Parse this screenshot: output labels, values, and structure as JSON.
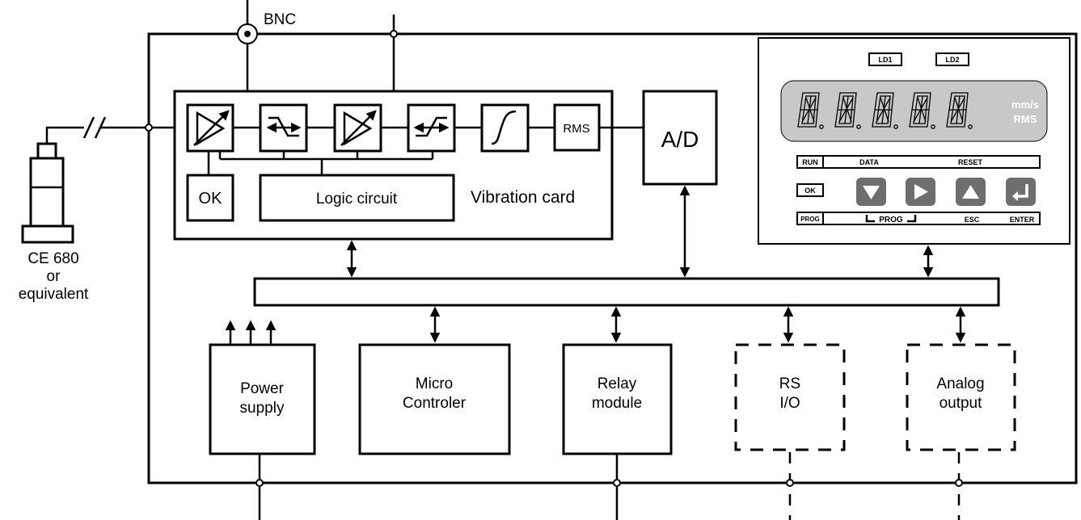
{
  "labels": {
    "bnc": "BNC",
    "sensor": [
      "CE 680",
      "or",
      "equivalent"
    ],
    "vibration_card": "Vibration card",
    "ok": "OK",
    "logic_circuit": "Logic circuit",
    "rms": "RMS",
    "ad": "A/D",
    "power_supply": [
      "Power",
      "supply"
    ],
    "micro_controler": [
      "Micro",
      "Controler"
    ],
    "relay_module": [
      "Relay",
      "module"
    ],
    "rs_io": [
      "RS",
      "I/O"
    ],
    "analog_output": [
      "Analog",
      "output"
    ]
  },
  "front_panel": {
    "led1": "LD1",
    "led2": "LD2",
    "unit": "mm/s",
    "unit_mode": "RMS",
    "run": "RUN",
    "data": "DATA",
    "reset": "RESET",
    "ok": "OK",
    "prog": "PROG",
    "prog_label": "PROG",
    "esc": "ESC",
    "enter": "ENTER",
    "buttons": [
      "down-button",
      "right-button",
      "up-button",
      "enter-button"
    ]
  },
  "colors": {
    "line": "#000000",
    "display": "#c8c8c8",
    "panel": "#ffffff",
    "key": "#6e6e6e"
  }
}
